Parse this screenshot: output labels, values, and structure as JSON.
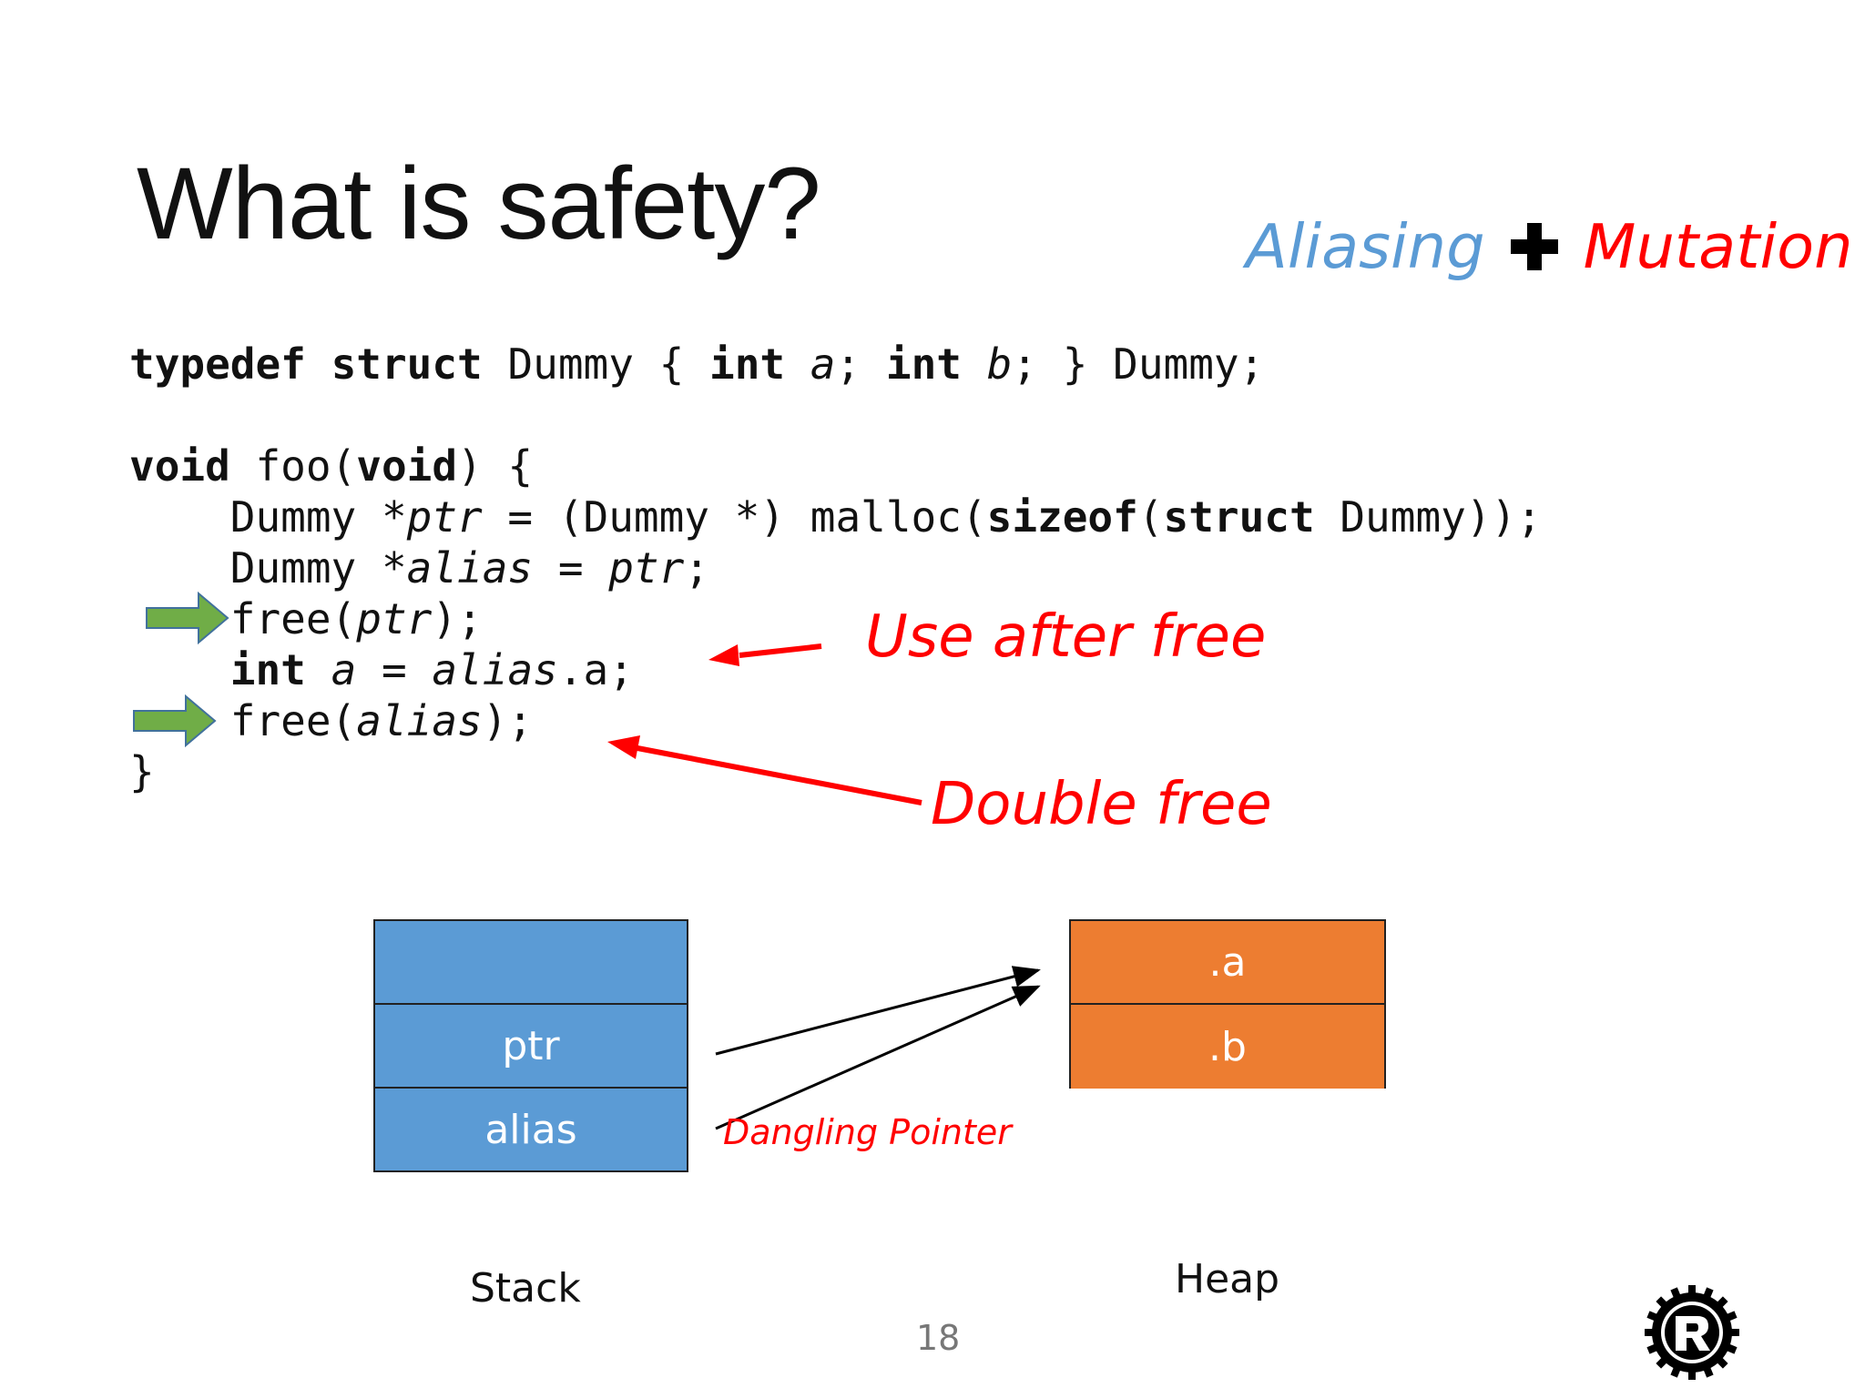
{
  "slide": {
    "title": "What is safety?",
    "subtitle": {
      "left": "Aliasing",
      "right": "Mutation",
      "operator_icon": "plus-icon"
    },
    "page_number": "18"
  },
  "code": {
    "line1": {
      "typedef": "typedef",
      "struct": "struct",
      "t1": " Dummy { ",
      "int1": "int",
      "a": " a",
      "t2": "; ",
      "int2": "int",
      "b": " b",
      "t3": "; } Dummy;"
    },
    "line2": {
      "void1": "void",
      "t1": " foo(",
      "void2": "void",
      "t2": ") {"
    },
    "line3": {
      "t1": "    Dummy ",
      "ptr": "*ptr",
      "t2": " = (Dummy *) malloc(",
      "sizeof": "sizeof",
      "t3": "(",
      "struct": "struct",
      "t4": " Dummy));"
    },
    "line4": {
      "t1": "    Dummy ",
      "alias": "*alias",
      "t2": " = ",
      "ptr": "ptr",
      "t3": ";"
    },
    "line5": {
      "t1": "    free(",
      "ptr": "ptr",
      "t2": ");"
    },
    "line6": {
      "t0": "    ",
      "int": "int",
      "a": " a",
      "t1": " = ",
      "alias": "alias",
      "t2": ".a;"
    },
    "line7": {
      "t1": "    free(",
      "alias": "alias",
      "t2": ");"
    },
    "line8": "}"
  },
  "annotations": {
    "use_after_free": "Use after free",
    "double_free": "Double free",
    "dangling_pointer": "Dangling Pointer"
  },
  "memory": {
    "stack_label": "Stack",
    "heap_label": "Heap",
    "stack_cells": [
      "",
      "ptr",
      "alias"
    ],
    "heap_cells": [
      ".a",
      ".b"
    ]
  },
  "colors": {
    "aliasing": "#5b9bd5",
    "mutation": "#ff0000",
    "stack": "#5b9bd5",
    "heap": "#ed7d31",
    "marker_arrow": "#70ad47",
    "annotation": "#ff0000"
  },
  "icons": {
    "marker": "green-right-arrow-icon",
    "logo": "rust-logo-icon"
  }
}
